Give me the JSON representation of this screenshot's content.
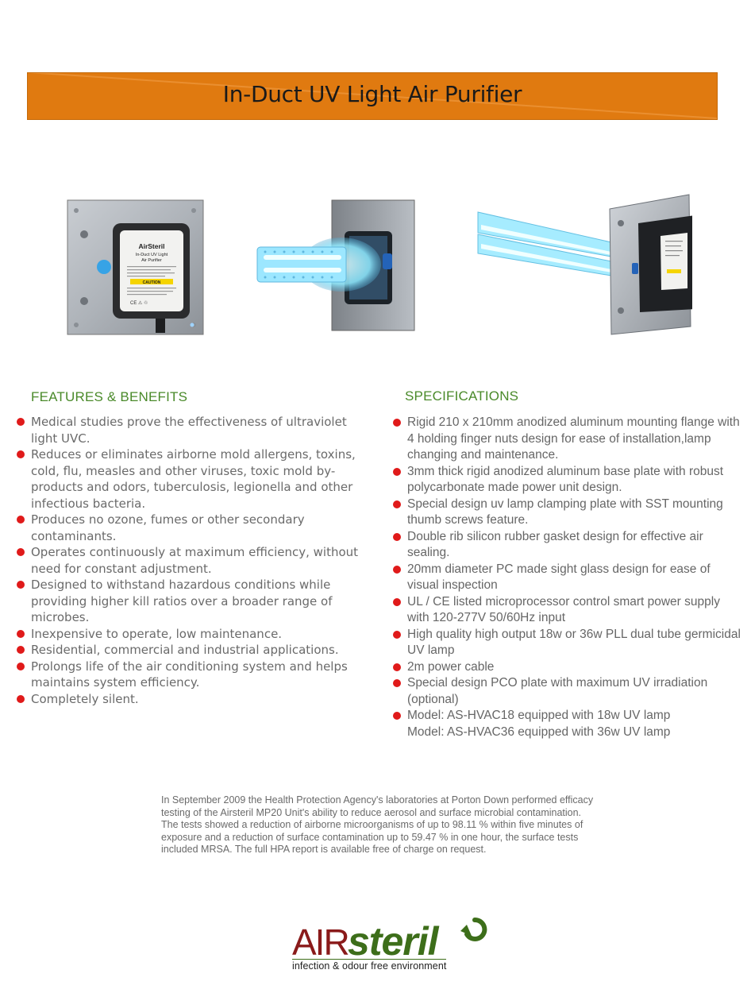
{
  "banner": {
    "title": "In-Duct UV Light Air Purifier"
  },
  "product_label": {
    "brand": "AirSteril",
    "line1": "In-Duct UV Light",
    "line2": "Air Purifier",
    "caution": "CAUTION"
  },
  "features": {
    "title": "FEATURES & BENEFITS",
    "items": [
      "Medical studies prove the effectiveness of ultraviolet light UVC.",
      "Reduces or eliminates airborne mold allergens, toxins, cold,  flu, measles and other viruses, toxic mold by-products and odors, tuberculosis, legionella and other infectious bacteria.",
      "Produces no ozone,  fumes or other secondary contaminants.",
      "Operates continuously at maximum efficiency, without need for constant adjustment.",
      "Designed to withstand hazardous conditions while providing higher kill ratios over a broader range of microbes.",
      "Inexpensive to operate, low maintenance.",
      "Residential, commercial and industrial applications.",
      "Prolongs life of the air conditioning system and helps maintains system efficiency.",
      "Completely silent."
    ]
  },
  "specifications": {
    "title": "SPECIFICATIONS",
    "items": [
      "Rigid 210 x 210mm anodized aluminum mounting flange with 4 holding finger nuts design for ease of installation,lamp changing and maintenance.",
      "3mm thick rigid anodized aluminum base plate with robust polycarbonate made power unit design.",
      "Special design uv lamp clamping plate with SST mounting thumb screws feature.",
      "Double rib silicon rubber gasket design for effective air sealing.",
      "20mm diameter PC made sight glass design for ease of visual inspection",
      "UL / CE listed microprocessor control smart power supply with 120-277V 50/60Hz input",
      "High quality high output 18w or 36w PLL dual tube germicidal UV lamp",
      "2m power cable",
      "Special design PCO plate with maximum UV irradiation (optional)",
      "Model: AS-HVAC18  equipped with 18w UV lamp",
      "Model: AS-HVAC36  equipped with 36w UV lamp"
    ]
  },
  "hpa": {
    "paragraph1": "In September 2009 the Health Protection Agency's laboratories at Porton Down performed efficacy testing of the Airsteril MP20 Unit's ability to reduce aerosol and surface microbial contamination.",
    "paragraph2": "The tests showed a reduction of airborne microorganisms of up to 98.11 % within five minutes of exposure and a reduction of surface contamination up to 59.47 % in one hour, the surface tests included MRSA. The full HPA report is available free of charge on request."
  },
  "logo": {
    "air": "AIR",
    "steril": "steril",
    "tagline": "infection & odour free environment"
  },
  "colors": {
    "banner": "#e07a10",
    "section_title": "#4a8a2a",
    "bullet": "#e01a1a",
    "logo_air": "#8a1a1a",
    "logo_steril": "#3d6e1a",
    "uv_glow": "#7fe6ff"
  }
}
